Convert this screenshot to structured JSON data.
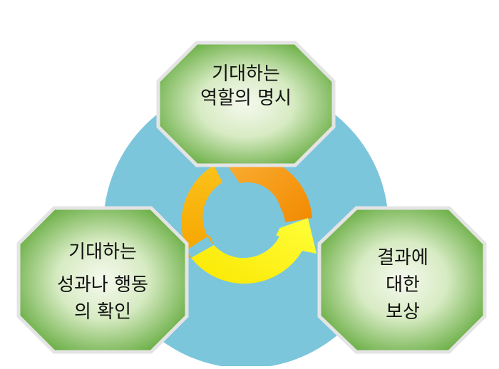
{
  "nodes": [
    {
      "id": "top",
      "lines": [
        "기대하는",
        "역할의 명시"
      ]
    },
    {
      "id": "left",
      "lines": [
        "기대하는",
        "성과나 행동",
        "의 확인"
      ]
    },
    {
      "id": "right",
      "lines": [
        "결과에",
        "대한",
        "보상"
      ]
    }
  ],
  "colors": {
    "background_circle": "#7cc6dc",
    "octagon_center": "#f4f8ec",
    "octagon_edge": "#5fa838",
    "octagon_border": "#e6e6e6",
    "arrow_orange": "#f59a10",
    "arrow_gold": "#fbc200",
    "arrow_yellow": "#fff200",
    "text": "#111111"
  }
}
